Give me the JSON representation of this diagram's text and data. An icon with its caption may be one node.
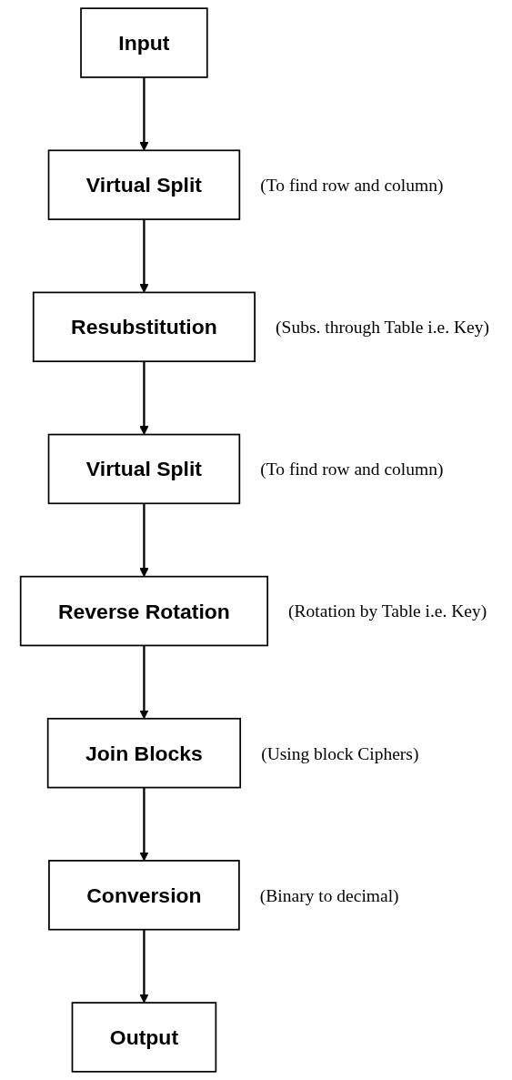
{
  "diagram": {
    "nodes": [
      {
        "text": [
          "Input"
        ]
      },
      {
        "text": [
          "Virtual Split"
        ],
        "beside": [
          "(To find row and column)"
        ]
      },
      {
        "text": [
          "Resubstitution"
        ],
        "beside": [
          "(Subs. through Table i.e. Key)"
        ]
      },
      {
        "text": [
          "Virtual Split"
        ],
        "beside": [
          "(To find row and column)"
        ]
      },
      {
        "text": [
          "Reverse Rotation"
        ],
        "beside": [
          "(Rotation by Table i.e. Key)"
        ]
      },
      {
        "text": [
          "Join Blocks"
        ],
        "beside": [
          "(Using block Ciphers)"
        ]
      },
      {
        "text": [
          "Conversion"
        ],
        "beside": [
          "(Binary to decimal)"
        ]
      },
      {
        "text": [
          "Output"
        ]
      }
    ],
    "edges": [
      {
        "from": 0,
        "to": 1,
        "arrow": "to"
      },
      {
        "from": 1,
        "to": 2,
        "arrow": "to"
      },
      {
        "from": 2,
        "to": 3,
        "arrow": "to"
      },
      {
        "from": 3,
        "to": 4,
        "arrow": "to"
      },
      {
        "from": 4,
        "to": 5,
        "arrow": "to"
      },
      {
        "from": 5,
        "to": 6,
        "arrow": "to"
      },
      {
        "from": 6,
        "to": 7,
        "arrow": "to"
      }
    ]
  }
}
